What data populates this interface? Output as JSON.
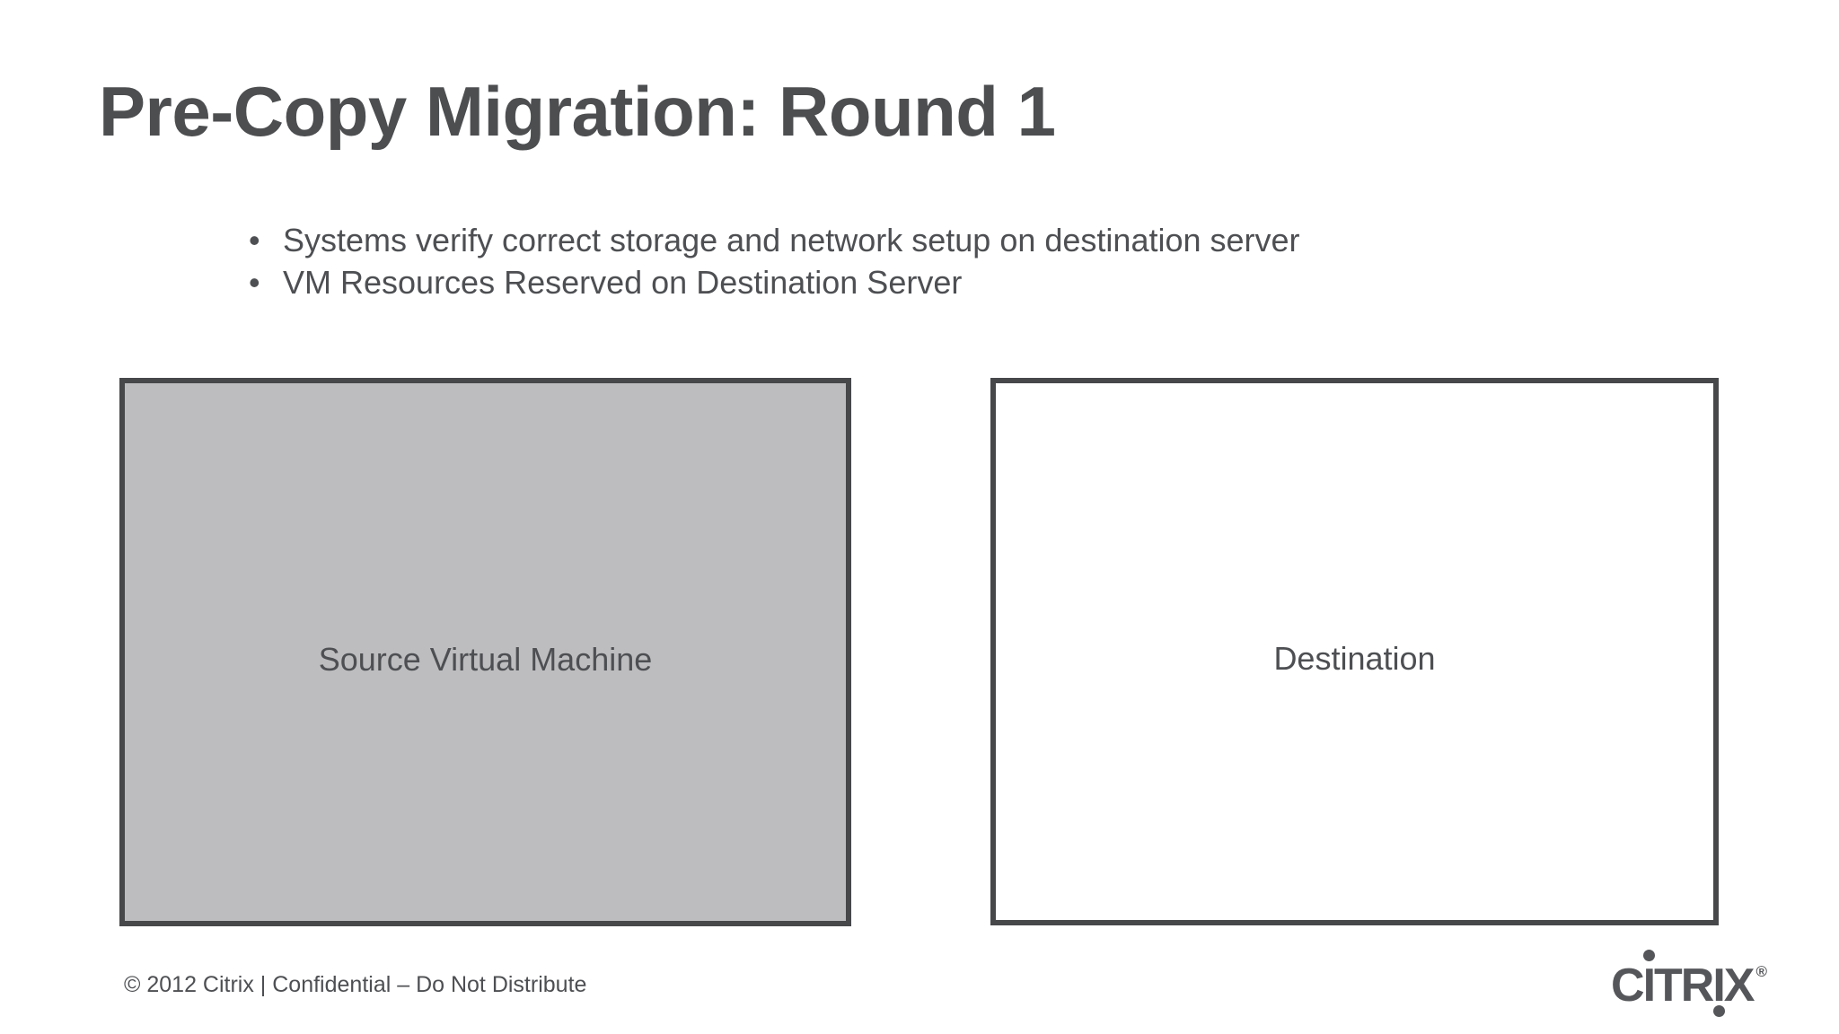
{
  "slide": {
    "title": "Pre-Copy Migration: Round 1",
    "bullet_char": "•",
    "bullets": [
      "Systems verify correct storage and network setup on destination server",
      "VM Resources Reserved on Destination Server"
    ],
    "diagram": {
      "source_box": {
        "label": "Source Virtual Machine",
        "fill_color": "#bdbdbf",
        "border_color": "#47484a"
      },
      "destination_box": {
        "label": "Destination",
        "fill_color": "#ffffff",
        "border_color": "#47484a"
      }
    },
    "footer": {
      "copyright": "© 2012 Citrix | Confidential – Do Not Distribute"
    },
    "logo": {
      "letters": [
        "C",
        "I",
        "T",
        "R",
        "I",
        "X"
      ],
      "registered_mark": "®",
      "color": "#55565a"
    },
    "text_color": "#4d4f52",
    "background_color": "#ffffff"
  }
}
